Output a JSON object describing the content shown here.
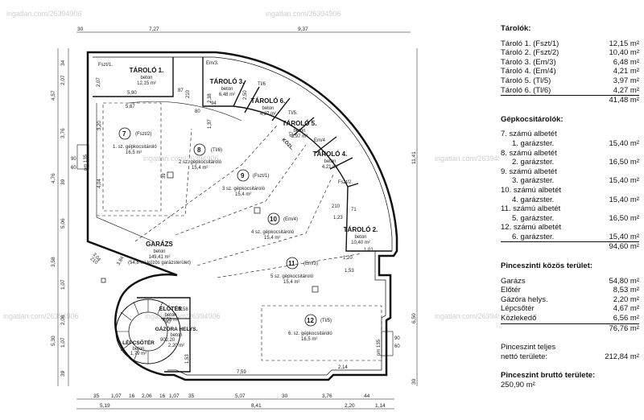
{
  "dimensions": {
    "top": [
      "30",
      "7,27",
      "9,37"
    ],
    "bottom_row1": [
      "35",
      "1,07",
      "16",
      "2,06",
      "16",
      "1,07",
      "35",
      "5,07",
      "30",
      "3,76",
      "44"
    ],
    "bottom_row2": [
      "5,19",
      "8,41",
      "2,20",
      "1,14"
    ],
    "left": [
      "34",
      "2,07",
      "4,57",
      "3,76",
      "39",
      "4,76",
      "5,06",
      "3,58",
      "1,07",
      "2,06",
      "1,07",
      "5,30",
      "39"
    ],
    "right": [
      "11,41",
      "6,50",
      "30"
    ],
    "inner": [
      "90",
      "60",
      "pm 135",
      "2,07",
      "5,90",
      "5,67",
      "3,20",
      "4,04",
      "2,38",
      "2,50",
      "87",
      "210",
      "94",
      "80",
      "39",
      "1,23",
      "71",
      "210",
      "1,20",
      "1,01",
      "1,53",
      "3,04",
      "210",
      "1,58",
      "90",
      "902,20",
      "1,53",
      "2,14",
      "7,59",
      "pm 135",
      "90",
      "60",
      "3,84",
      "87",
      "1,37"
    ]
  },
  "plan_labels": {
    "fszt1": "Fszt/1.",
    "fszt2": "Fszt/2.",
    "em3": "Em/3.",
    "tl6": "Tl/6",
    "tl5": "Tl/5.",
    "em4": "Em/4",
    "kozl": "KÖZL."
  },
  "rooms": {
    "t1": {
      "name": "TÁROLÓ 1.",
      "mat": "beton",
      "area": "12,15 m²"
    },
    "t3": {
      "name": "TÁROLÓ 3.",
      "mat": "beton",
      "area": "6,48 m²"
    },
    "t6": {
      "name": "TÁROLÓ 6.",
      "mat": "beton",
      "area": "4,27 m²"
    },
    "t5": {
      "name": "TÁROLÓ 5.",
      "mat": "beton",
      "area": "3,97 m²"
    },
    "t4": {
      "name": "TÁROLÓ 4.",
      "mat": "beton",
      "area": "4,21 m²"
    },
    "t2": {
      "name": "TÁROLÓ 2.",
      "mat": "beton",
      "area": "10,40 m²"
    },
    "garazs": {
      "name": "GARÁZS",
      "mat": "beton",
      "area": "149,41 m²",
      "note": "(54,8 m² közös garázsterület)"
    },
    "eloter": {
      "name": "ELŐTÉR",
      "mat": "beton",
      "area": "8,53 m²"
    },
    "gazora": {
      "name": "GÁZÓRA HELYS.",
      "mat": "beton",
      "area": "2,20 m²"
    },
    "lepcso": {
      "name": "LÉPCSŐTÉR",
      "mat": "beton",
      "area": "1,79 m²"
    }
  },
  "spaces": [
    {
      "num": "7",
      "ref": "(Fszt/2)",
      "name": "1. sz. gépkocsitároló",
      "area": "16,5 m²"
    },
    {
      "num": "8",
      "ref": "(Tl/6)",
      "name": "2 sz. gépkocsitároló",
      "area": "15,4 m²"
    },
    {
      "num": "9",
      "ref": "(Fszt/1)",
      "name": "3 sz. gépkocsitároló",
      "area": "15,4 m²"
    },
    {
      "num": "10",
      "ref": "(Em/4)",
      "name": "4 sz. gépkocsitároló",
      "area": "15,4 m²"
    },
    {
      "num": "11",
      "ref": "(Em/3)",
      "name": "5 sz. gépkocsitároló",
      "area": "15,4 m²"
    },
    {
      "num": "12",
      "ref": "(Tl/5)",
      "name": "6. sz. gépkocsitároló",
      "area": "16,5 m²"
    }
  ],
  "watermark": "ingatlan.com/26394906",
  "side": {
    "storage_title": "Tárolók:",
    "storage": [
      {
        "k": "Tároló 1. (Fszt/1)",
        "v": "12,15 m²"
      },
      {
        "k": "Tároló 2. (Fszt/2)",
        "v": "10,40 m²"
      },
      {
        "k": "Tároló 3. (Em/3)",
        "v": "6,48 m²"
      },
      {
        "k": "Tároló 4. (Em/4)",
        "v": "4,21 m²"
      },
      {
        "k": "Tároló 5. (Tl/5)",
        "v": "3,97 m²"
      },
      {
        "k": "Tároló 6. (Tl/6)",
        "v": "4,27 m²"
      }
    ],
    "storage_total": "41,48 m²",
    "garage_title": "Gépkocsitárolók:",
    "garages": [
      {
        "unit": "7. számú albetét",
        "k": "1. garázster.",
        "v": "15,40 m²"
      },
      {
        "unit": "8. számú albetét",
        "k": "2. garázster.",
        "v": "16,50 m²"
      },
      {
        "unit": "9. számú albetét",
        "k": "3. garázster.",
        "v": "15,40 m²"
      },
      {
        "unit": "10. számú albetét",
        "k": "4. garázster.",
        "v": "15,40 m²"
      },
      {
        "unit": "11. számú albetét",
        "k": "5. garázster.",
        "v": "16,50 m²"
      },
      {
        "unit": "12. számú albetét",
        "k": "6. garázster.",
        "v": "15,40 m²"
      }
    ],
    "garage_total": "94,60 m²",
    "common_title": "Pinceszinti közös terület:",
    "common": [
      {
        "k": "Garázs",
        "v": "54,80 m²"
      },
      {
        "k": "Előtér",
        "v": "8,53 m²"
      },
      {
        "k": "Gázóra helys.",
        "v": "2,20 m²"
      },
      {
        "k": "Lépcsőtér",
        "v": "4,67 m²"
      },
      {
        "k": "Közlekedő",
        "v": "6,56 m²"
      }
    ],
    "common_total": "76,76 m²",
    "net_label_1": "Pinceszint teljes",
    "net_label_2": "nettó területe:",
    "net_value": "212,84 m²",
    "gross_title": "Pinceszint bruttó területe:",
    "gross_value": "250,90 m²"
  }
}
